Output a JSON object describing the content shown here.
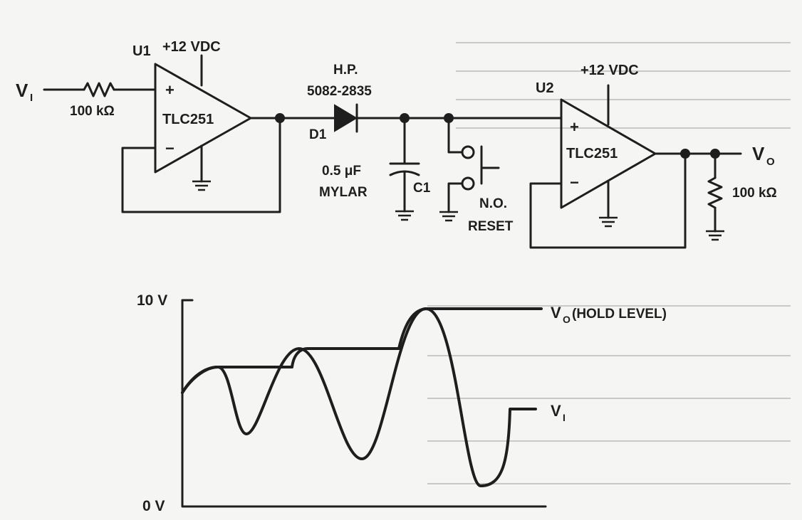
{
  "circuit": {
    "input_label": "V",
    "input_sub": "I",
    "r_in_label": "100 kΩ",
    "u1_label": "U1",
    "u1_supply": "+12 VDC",
    "u1_chip": "TLC251",
    "u1_plus": "+",
    "u1_minus": "−",
    "diode_part_1": "H.P.",
    "diode_part_2": "5082-2835",
    "diode_label": "D1",
    "cap_value_1": "0.5 μF",
    "cap_value_2": "MYLAR",
    "cap_label": "C1",
    "reset_1": "N.O.",
    "reset_2": "RESET",
    "u2_label": "U2",
    "u2_supply": "+12 VDC",
    "u2_chip": "TLC251",
    "u2_plus": "+",
    "u2_minus": "−",
    "output_label": "V",
    "output_sub": "O",
    "r_out_label": "100 kΩ"
  },
  "waveform": {
    "y_top_label": "10 V",
    "y_bottom_label": "0 V",
    "vo_label": "V",
    "vo_sub": "O",
    "vo_suffix": " (HOLD LEVEL)",
    "vi_label": "V",
    "vi_sub": "I"
  }
}
